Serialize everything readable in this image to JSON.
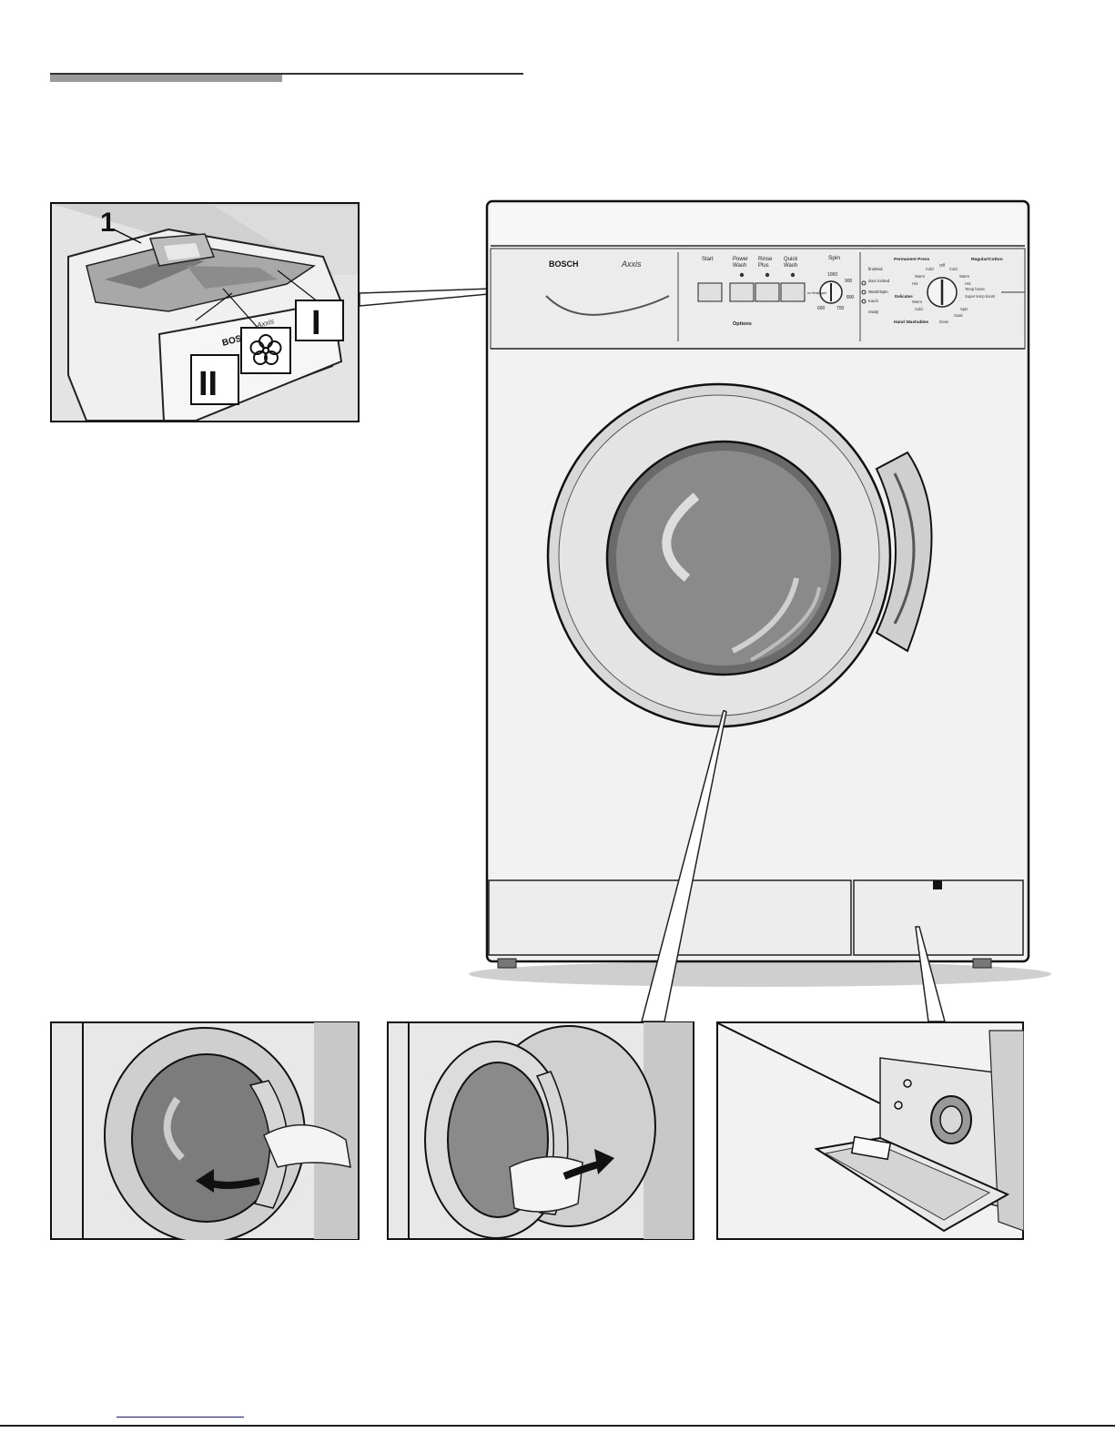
{
  "header": {
    "rule_dark_color": "#9a9a9a",
    "rule_line_color": "#333333"
  },
  "dispenser_detail": {
    "callout_number": "1",
    "compartment_i_label": "I",
    "compartment_ii_label": "II",
    "softener_icon": "flower-icon",
    "brand_on_drawer": "BOSCH",
    "model_on_drawer": "Axxis"
  },
  "machine": {
    "brand": "BOSCH",
    "model": "Axxis",
    "buttons": [
      {
        "label_line1": "Start",
        "label_line2": ""
      },
      {
        "label_line1": "Power",
        "label_line2": "Wash"
      },
      {
        "label_line1": "Rinse",
        "label_line2": "Plus"
      },
      {
        "label_line1": "Quick",
        "label_line2": "Wash"
      }
    ],
    "options_label": "Options",
    "spin": {
      "title": "Spin",
      "speeds": [
        "1000",
        "900",
        "800",
        "700",
        "600"
      ],
      "left_label": "no final spin",
      "status": [
        "finished",
        "door locked",
        "Wash/Spin",
        "touch",
        "ready"
      ]
    },
    "program": {
      "permanent_press": "Permanent Press",
      "regular_cotton": "Regular/Cotton",
      "hand_washables": "Hand Washables",
      "delicates": "Delicates",
      "off": "Off",
      "settings": [
        "Cold",
        "Warm",
        "Hot",
        "Cold",
        "Warm",
        "Hot",
        "Temp boost",
        "Super temp boost",
        "Spin",
        "Soak",
        "Drain",
        "Cold",
        "Warm"
      ]
    }
  }
}
